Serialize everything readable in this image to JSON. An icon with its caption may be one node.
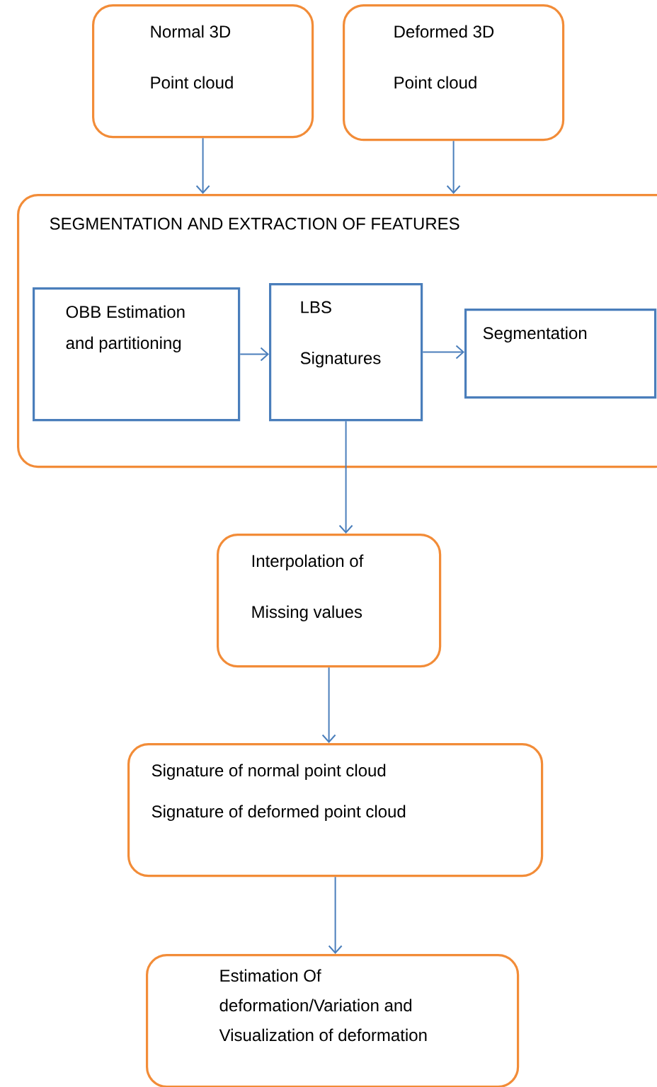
{
  "diagram": {
    "nodes": [
      {
        "text": [
          "Normal 3D Point cloud"
        ]
      },
      {
        "text": [
          "Deformed 3D Point cloud"
        ]
      },
      {
        "text": [
          "SEGMENTATION AND EXTRACTION OF FEATURES"
        ]
      },
      {
        "text": [
          "OBB Estimation and partitioning"
        ],
        "in": 2
      },
      {
        "text": [
          "LBS Signatures"
        ],
        "in": 2
      },
      {
        "text": [
          "Segmentation"
        ],
        "in": 2
      },
      {
        "text": [
          "Interpolation of Missing values"
        ]
      },
      {
        "text": [
          "Signature of normal point cloud",
          "Signature of deformed point cloud"
        ]
      },
      {
        "text": [
          "Estimation Of deformation/Variation and Visualization of deformation"
        ]
      }
    ],
    "edges": [
      {
        "from": 0,
        "to": 2,
        "arrow": "to"
      },
      {
        "from": 1,
        "to": 2,
        "arrow": "to"
      },
      {
        "from": 3,
        "to": 4,
        "arrow": "to"
      },
      {
        "from": 4,
        "to": 5,
        "arrow": "to"
      },
      {
        "from": 4,
        "to": 6,
        "arrow": "to"
      },
      {
        "from": 6,
        "to": 7,
        "arrow": "to"
      },
      {
        "from": 7,
        "to": 8,
        "arrow": "to"
      }
    ]
  }
}
